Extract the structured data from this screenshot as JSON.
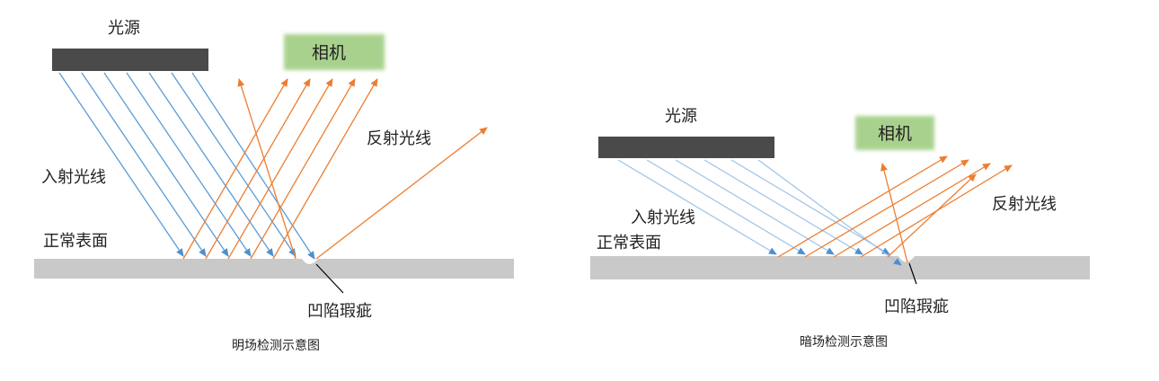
{
  "colors": {
    "incident": "#5b9bd5",
    "incident_light": "#9dc3e6",
    "reflected": "#ed7d31",
    "surface": "#c9c9c9",
    "source": "#4a4a4a",
    "camera": "#a9d18e"
  },
  "left_panel": {
    "light_source_label": "光源",
    "camera_label": "相机",
    "incident_label": "入射光线",
    "reflected_label": "反射光线",
    "surface_label": "正常表面",
    "defect_label": "凹陷瑕疵",
    "caption": "明场检测示意图"
  },
  "right_panel": {
    "light_source_label": "光源",
    "camera_label": "相机",
    "incident_label": "入射光线",
    "reflected_label": "反射光线",
    "surface_label": "正常表面",
    "defect_label": "凹陷瑕疵",
    "caption": "暗场检测示意图"
  }
}
